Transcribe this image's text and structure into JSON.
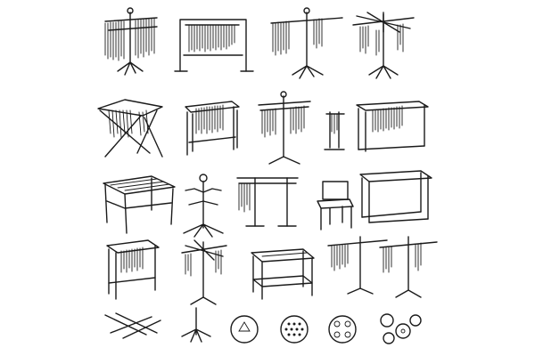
{
  "illustration": {
    "style": "black ink line-art engravings on white",
    "ink_color": "#1b1b1b",
    "background_color": "#ffffff",
    "items": [
      {
        "id": "tall-stand-rack-a",
        "kind": "pasta-drying-rack"
      },
      {
        "id": "frame-rack-with-pasta",
        "kind": "pasta-drying-rack"
      },
      {
        "id": "tall-stand-rack-b",
        "kind": "pasta-drying-rack"
      },
      {
        "id": "rotary-tree-rack",
        "kind": "pasta-drying-rack"
      },
      {
        "id": "folding-x-rack",
        "kind": "pasta-drying-rack"
      },
      {
        "id": "stool-rack",
        "kind": "pasta-drying-rack"
      },
      {
        "id": "stand-rack-with-small-stand",
        "kind": "pasta-drying-rack"
      },
      {
        "id": "wooden-frame-rack",
        "kind": "pasta-drying-rack"
      },
      {
        "id": "wooden-table",
        "kind": "furniture"
      },
      {
        "id": "mug-tree-stand",
        "kind": "pasta-drying-rack"
      },
      {
        "id": "double-pole-rack",
        "kind": "pasta-drying-rack"
      },
      {
        "id": "small-chair",
        "kind": "furniture"
      },
      {
        "id": "empty-frame-rack",
        "kind": "pasta-drying-rack"
      },
      {
        "id": "stool-rack-b",
        "kind": "pasta-drying-rack"
      },
      {
        "id": "rotary-tree-rack-b",
        "kind": "pasta-drying-rack"
      },
      {
        "id": "cart-rack",
        "kind": "pasta-drying-rack"
      },
      {
        "id": "single-pole-rack",
        "kind": "pasta-drying-rack"
      },
      {
        "id": "cross-stand-rack",
        "kind": "pasta-drying-rack"
      },
      {
        "id": "wooden-dowels",
        "kind": "accessory"
      },
      {
        "id": "cross-base",
        "kind": "accessory"
      },
      {
        "id": "extruder-die-a",
        "kind": "accessory"
      },
      {
        "id": "extruder-die-b",
        "kind": "accessory"
      },
      {
        "id": "extruder-die-c",
        "kind": "accessory"
      },
      {
        "id": "small-dies",
        "kind": "accessory"
      }
    ]
  }
}
